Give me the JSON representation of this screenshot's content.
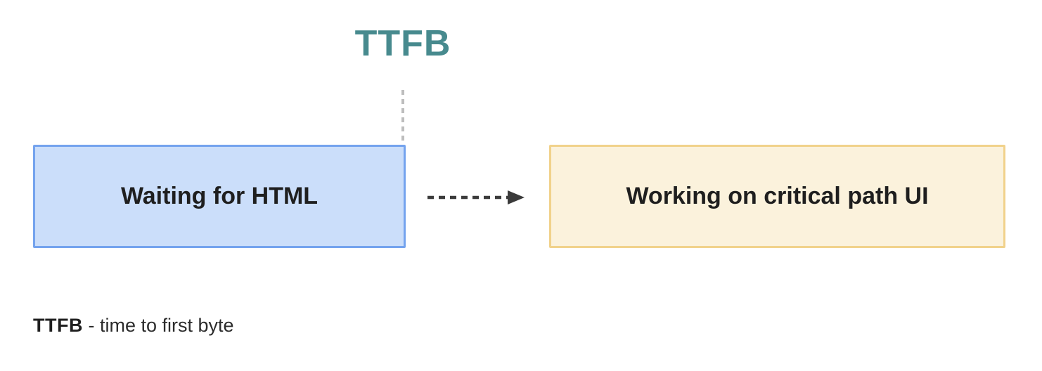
{
  "diagram": {
    "title": "TTFB",
    "title_color": "#478a8e",
    "nodes": [
      {
        "id": "waiting-for-html",
        "label": "Waiting for HTML",
        "fill": "#cbdefa",
        "border": "#74a3ee"
      },
      {
        "id": "working-on-critical-path-ui",
        "label": "Working on critical path UI",
        "fill": "#fbf2dc",
        "border": "#f1d28b"
      }
    ],
    "edge": {
      "style": "dashed-arrow",
      "color": "#3b3b3b"
    },
    "marker": {
      "style": "dashed-line",
      "color": "#bdbdbd"
    },
    "legend": {
      "term": "TTFB",
      "separator": " - ",
      "definition": "time to first byte"
    }
  }
}
